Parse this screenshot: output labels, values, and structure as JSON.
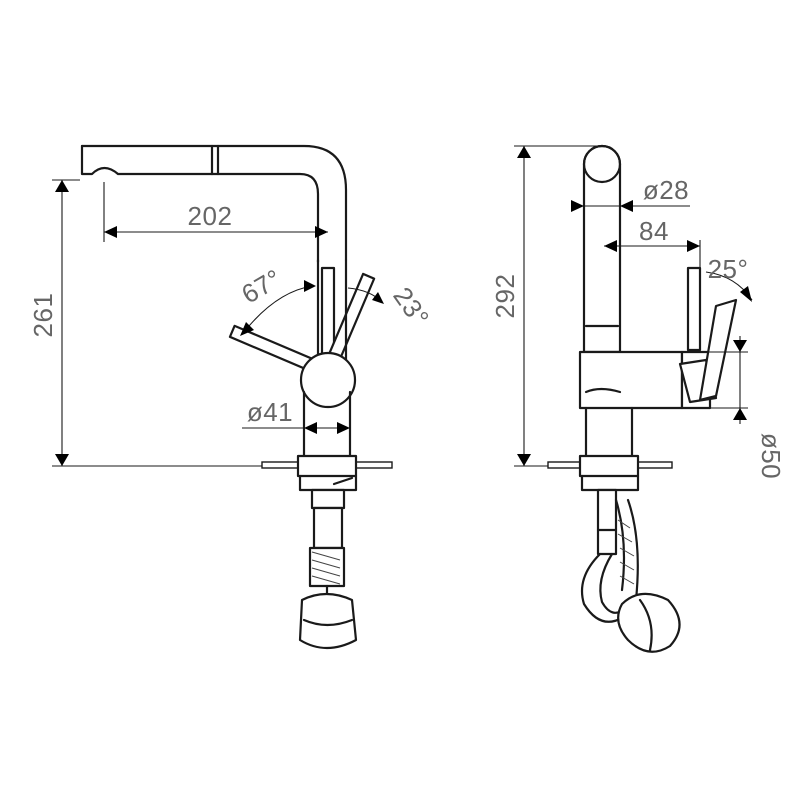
{
  "front_view": {
    "height_label": "261",
    "reach_label": "202",
    "angle_forward_label": "67°",
    "angle_back_label": "23°",
    "body_diameter_label": "ø41"
  },
  "side_view": {
    "height_label": "292",
    "spout_diameter_label": "ø28",
    "handle_offset_label": "84",
    "handle_angle_label": "25°",
    "body_diameter_label": "ø50"
  },
  "colors": {
    "line": "#1a1a1a",
    "dimension_text": "#666666",
    "background": "#ffffff"
  }
}
